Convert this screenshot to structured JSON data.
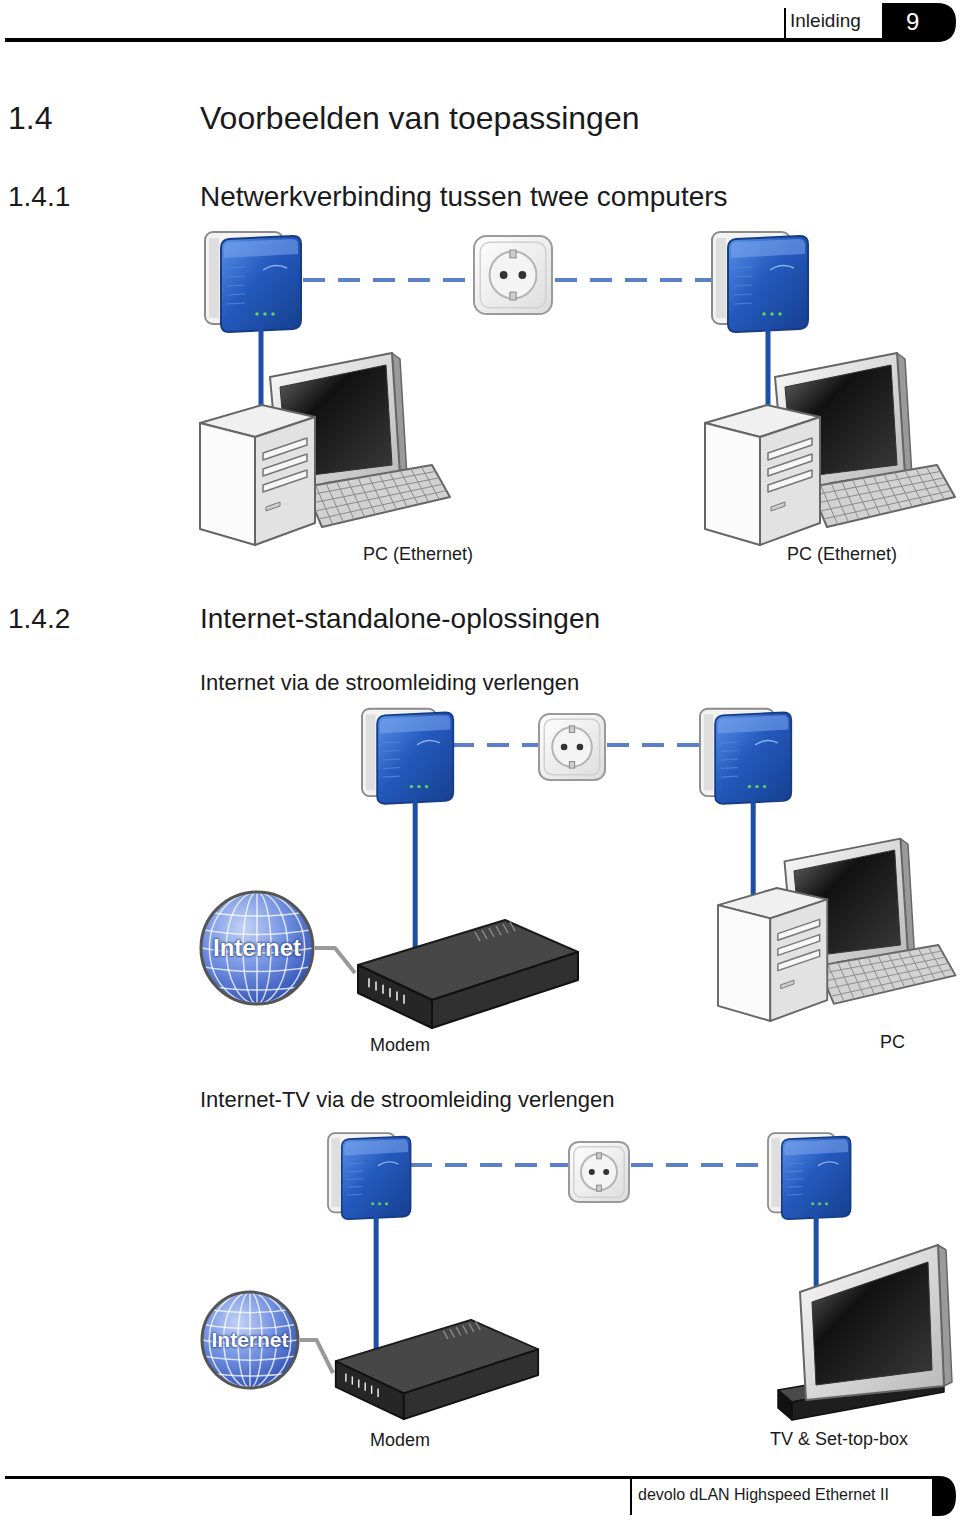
{
  "diagram": {
    "title": "Voorbeelden van toepassingen",
    "nodes": [
      {
        "text": [
          "PC (Ethernet)"
        ]
      },
      {
        "text": [
          "PC (Ethernet)"
        ]
      },
      {
        "text": [
          "Internet"
        ]
      },
      {
        "text": [
          "Modem"
        ]
      },
      {
        "text": [
          "PC"
        ]
      },
      {
        "text": [
          "Internet"
        ]
      },
      {
        "text": [
          "Modem"
        ]
      },
      {
        "text": [
          "TV & Set-top-box"
        ]
      }
    ],
    "edges": [
      {
        "from": 2,
        "to": 3,
        "arrow": "none"
      },
      {
        "from": 5,
        "to": 6,
        "arrow": "none"
      }
    ],
    "labels": [
      "Inleiding",
      "9",
      "1.4",
      "1.4.1",
      "Netwerkverbinding tussen twee computers",
      "1.4.2",
      "Internet-standalone-oplossingen",
      "Internet via de stroomleiding verlengen",
      "Internet-TV via de stroomleiding verlengen",
      "devolo dLAN Highspeed Ethernet II"
    ]
  }
}
